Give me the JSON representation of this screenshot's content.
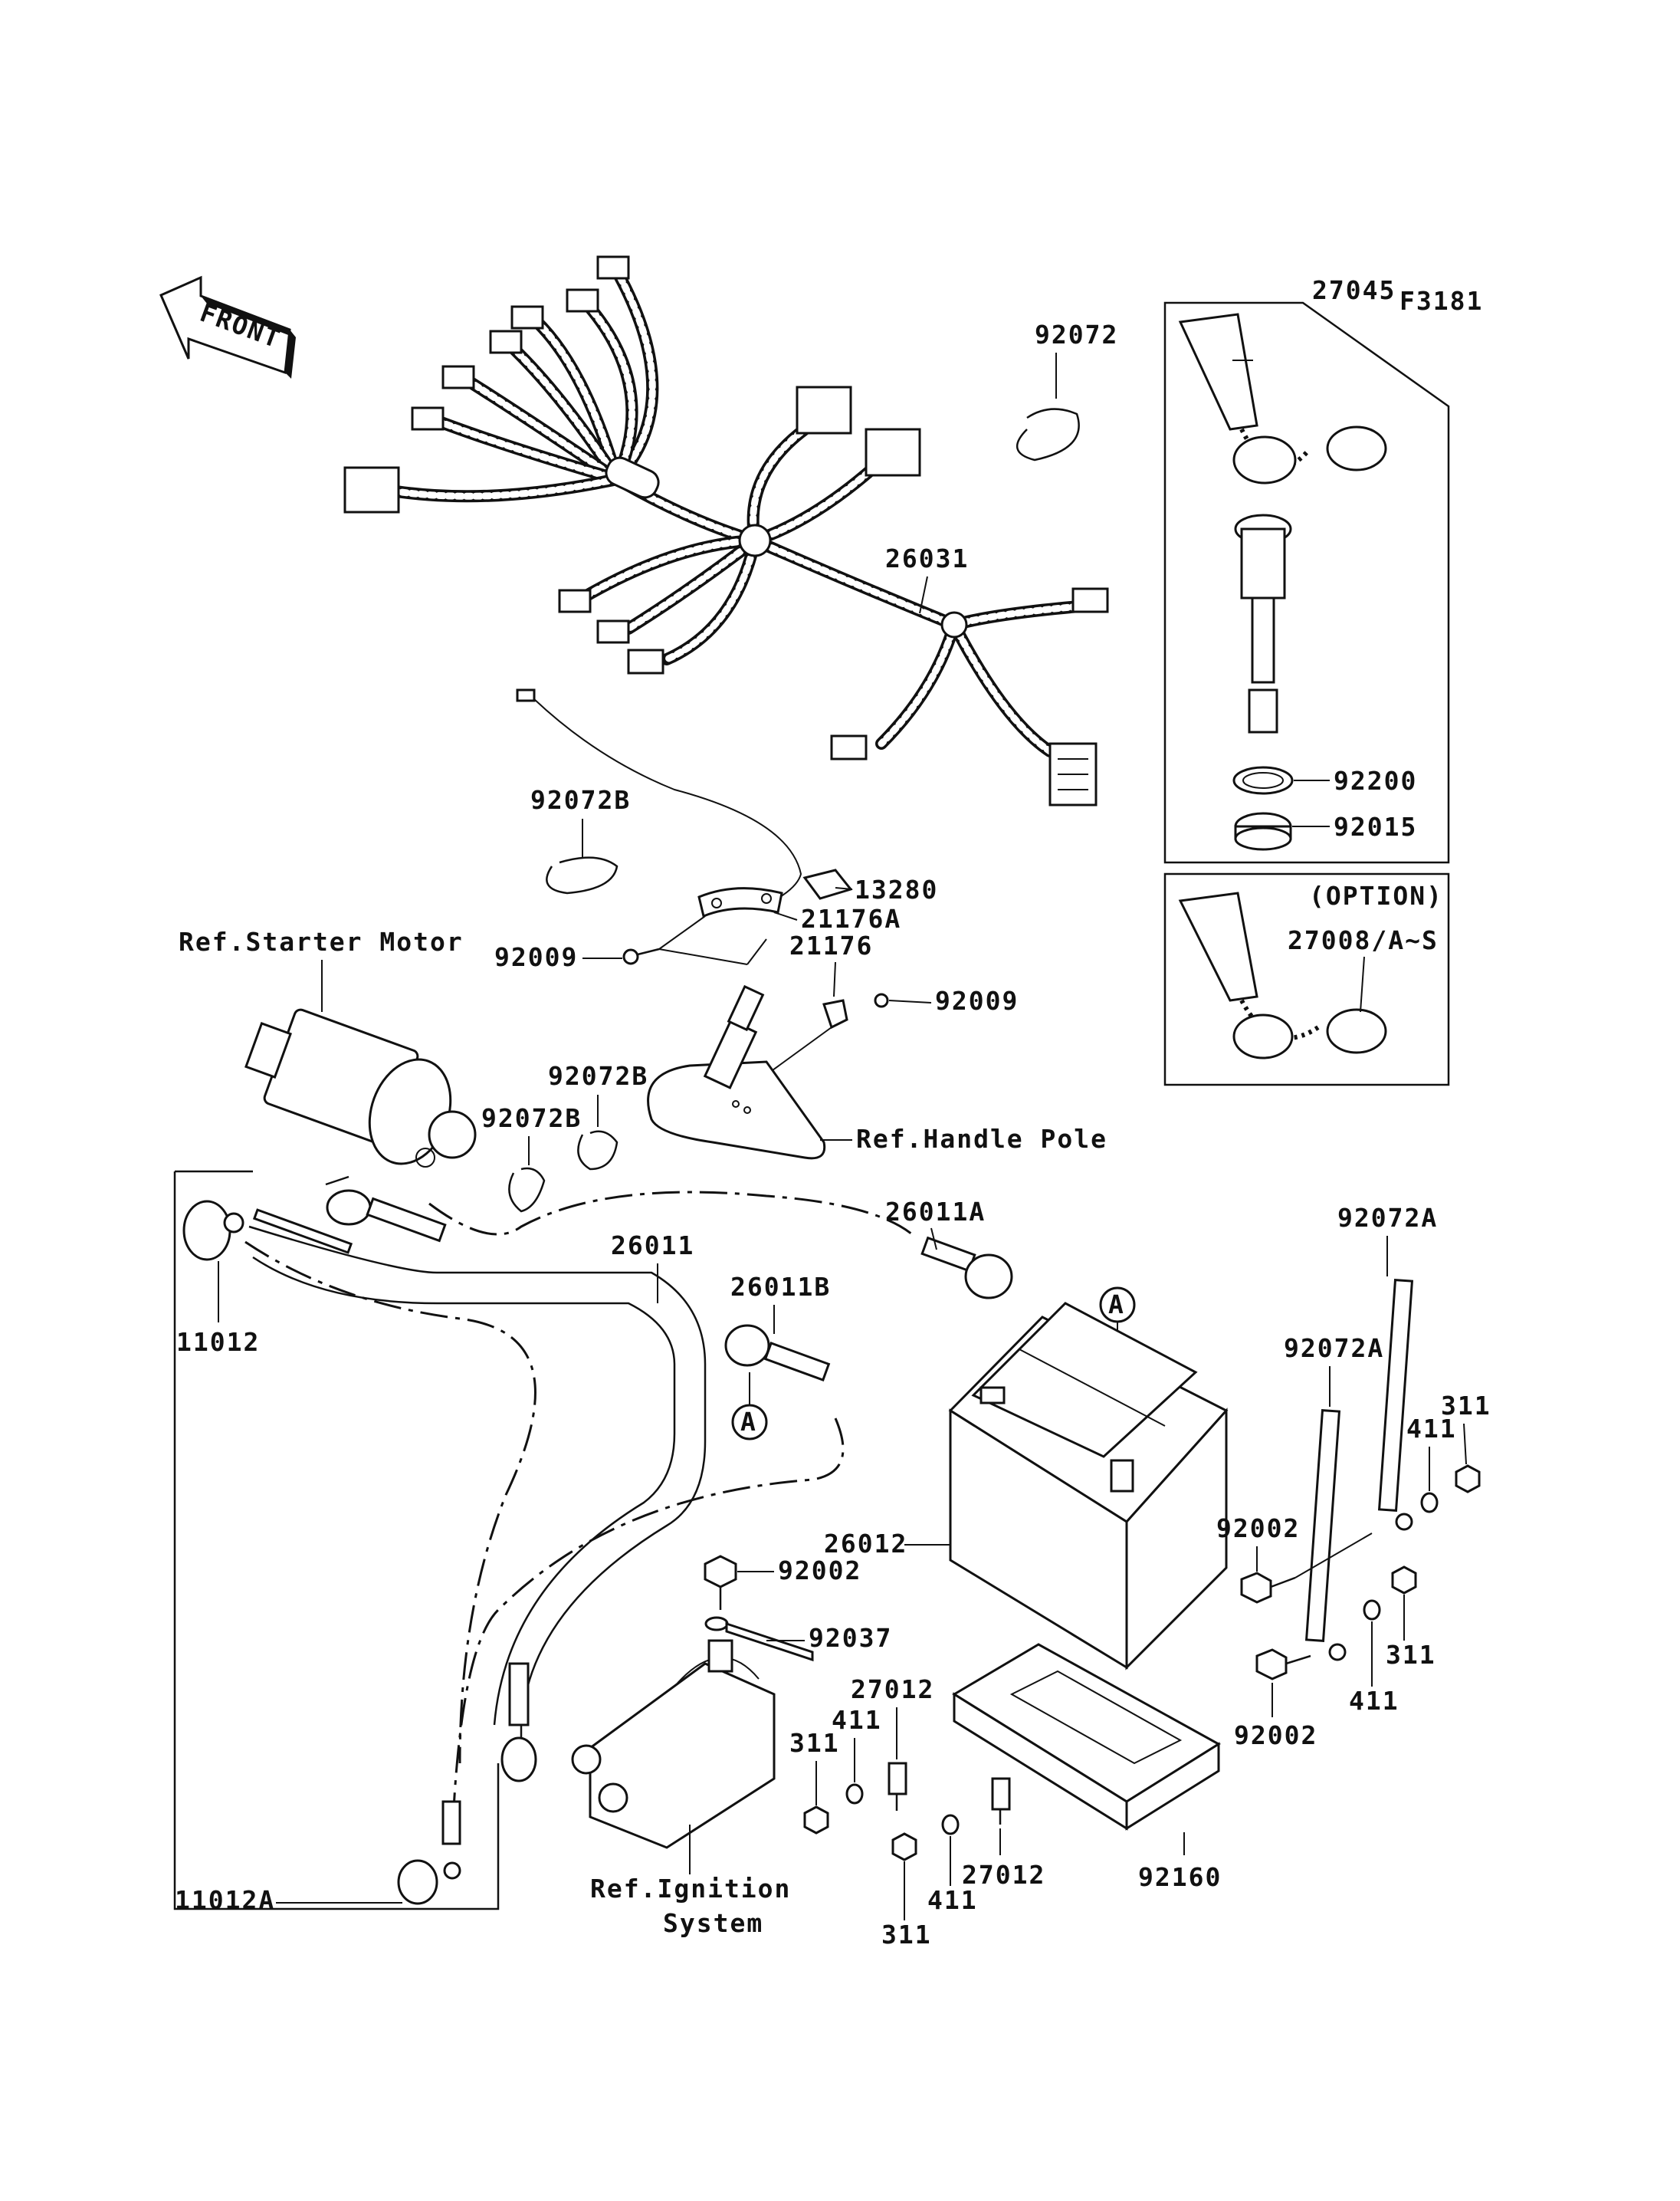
{
  "figure_code": "F3181",
  "front_label": "FRONT",
  "option_label": "(OPTION)",
  "callouts": {
    "p27045": "27045",
    "p92072": "92072",
    "p26031": "26031",
    "p92200": "92200",
    "p92015": "92015",
    "p27008": "27008/A~S",
    "p92072B_1": "92072B",
    "p13280": "13280",
    "p21176A": "21176A",
    "p92009_1": "92009",
    "p21176": "21176",
    "p92009_2": "92009",
    "p92072B_2": "92072B",
    "p92072B_3": "92072B",
    "p26011A": "26011A",
    "p26011": "26011",
    "p26011B": "26011B",
    "p11012": "11012",
    "p92072A_1": "92072A",
    "p92072A_2": "92072A",
    "p311_1": "311",
    "p411_1": "411",
    "p92002_1": "92002",
    "p26012": "26012",
    "p92002_2": "92002",
    "p92037": "92037",
    "p27012_1": "27012",
    "p411_2": "411",
    "p311_2": "311",
    "p311_3": "311",
    "p411_3": "411",
    "p92002_3": "92002",
    "p27012_2": "27012",
    "p411_4": "411",
    "p311_4": "311",
    "p92160": "92160",
    "p11012A": "11012A"
  },
  "references": {
    "starter_motor": "Ref.Starter Motor",
    "handle_pole": "Ref.Handle Pole",
    "ignition_line1": "Ref.Ignition",
    "ignition_line2": "System"
  },
  "markers": {
    "a1": "A",
    "a2": "A"
  }
}
